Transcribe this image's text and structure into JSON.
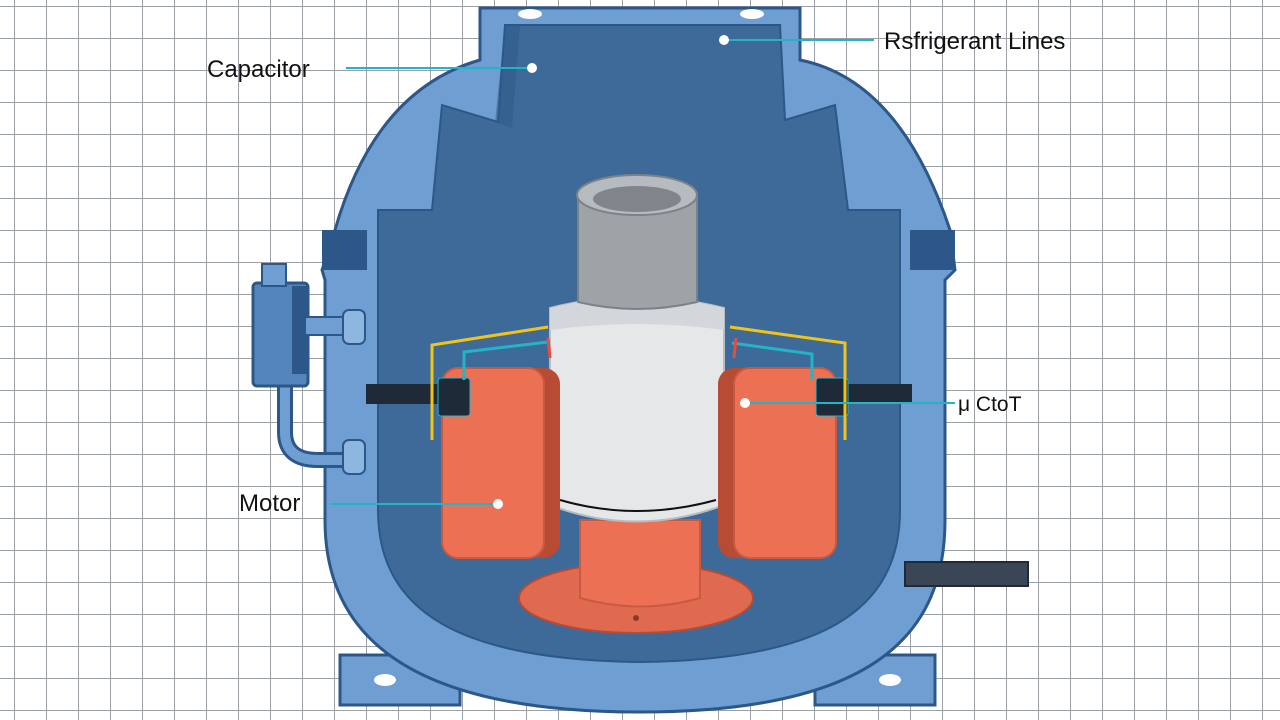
{
  "labels": {
    "capacitor": "Capacitor",
    "refrigerant_lines": "Rsfrigerant Lines",
    "coil": "μ CtoT",
    "motor": "Motor"
  },
  "colors": {
    "shell": "#6f9fd2",
    "shell_outline": "#2c5788",
    "interior": "#3d6a98",
    "stator": "#ec7054",
    "rotor": "#e5e7e9",
    "shaft": "#9ea3a7",
    "leader_line": "#24b4c8",
    "grid": "#9aa0a6"
  }
}
